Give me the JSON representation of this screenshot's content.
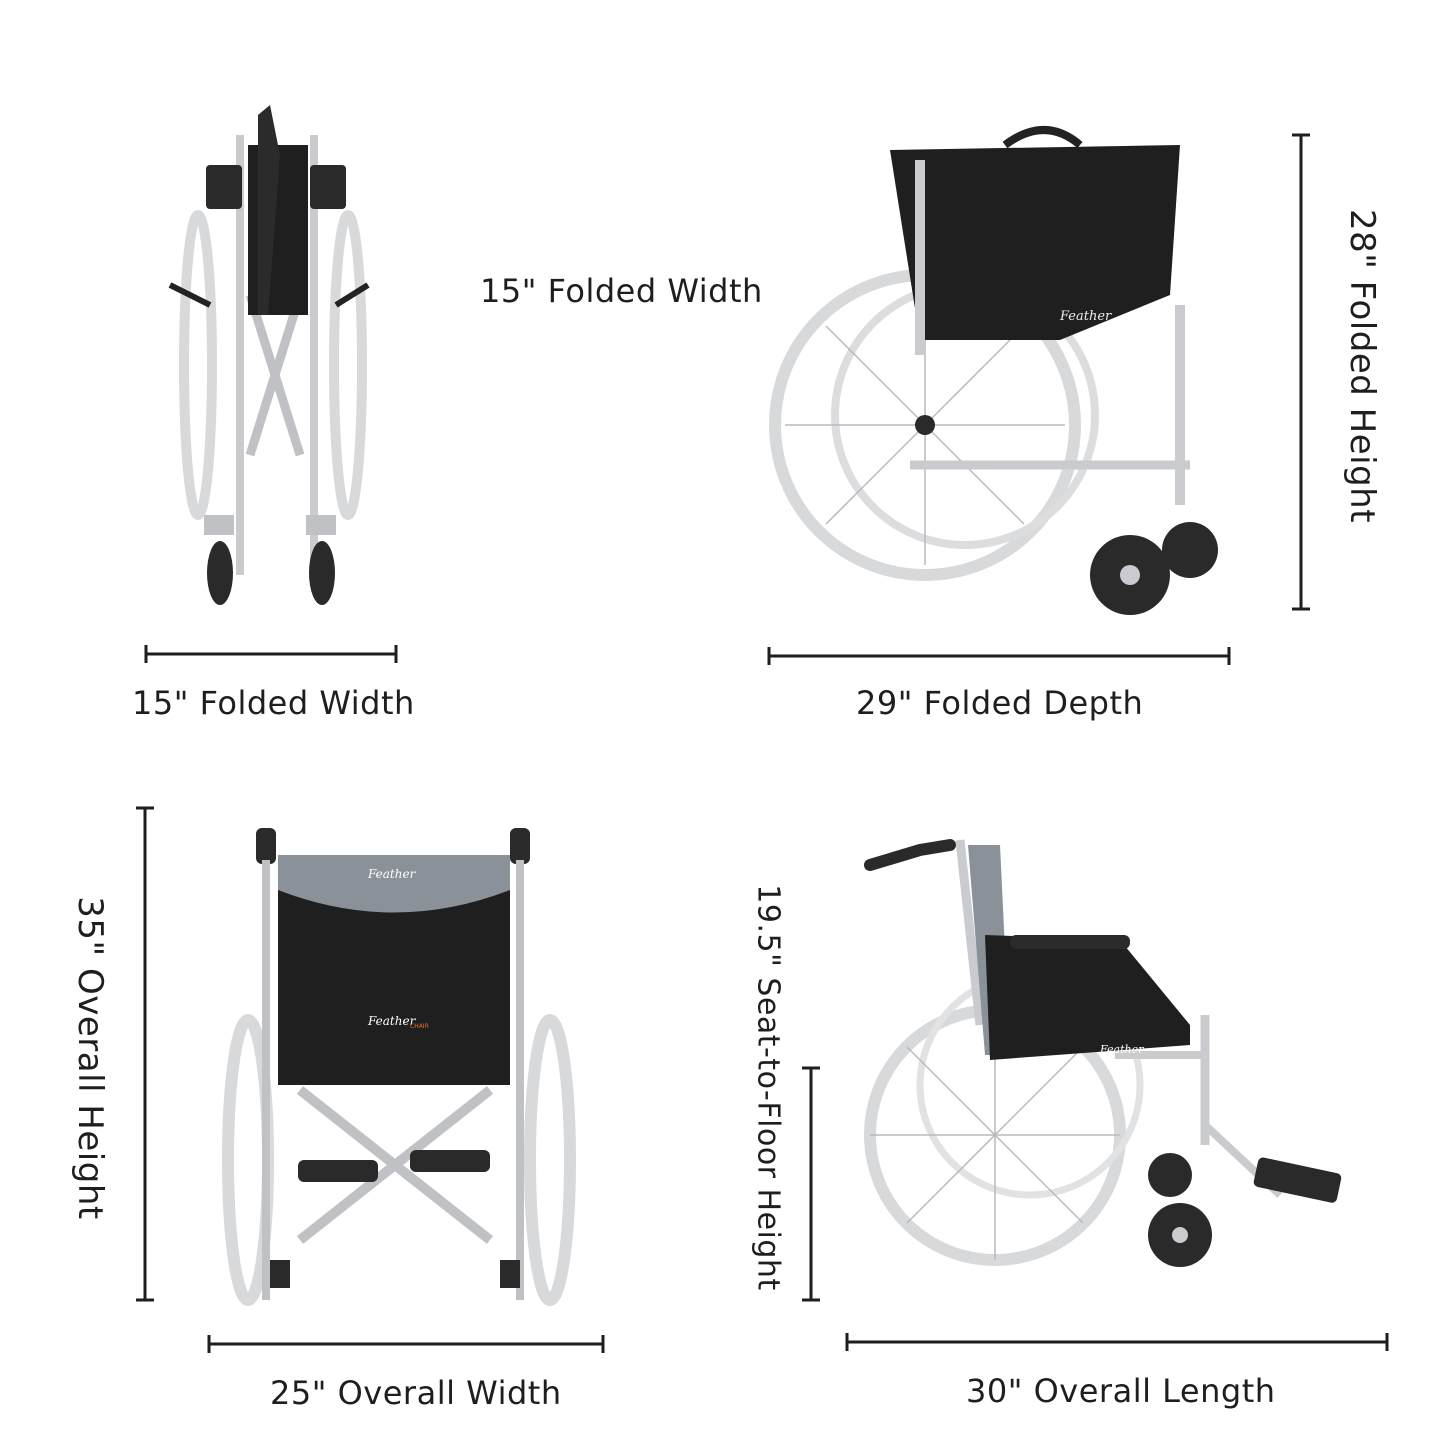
{
  "labels": {
    "folded_width_top": "15\" Folded Width",
    "folded_width_bottom": "15\" Folded Width",
    "folded_depth": "29\" Folded Depth",
    "folded_height": "28\" Folded Height",
    "overall_height": "35\" Overall Height",
    "overall_width": "25\" Overall Width",
    "seat_to_floor": "19.5\" Seat-to-Floor Height",
    "overall_length": "30\" Overall Length"
  },
  "logos": {
    "brand": "Feather",
    "sub": "CHAIR"
  },
  "colors": {
    "frame": "#c9cbce",
    "tire": "#d8d9db",
    "mesh": "#1f1f1f",
    "accent": "#e2702b",
    "dimension_line": "#1e1e1e"
  }
}
